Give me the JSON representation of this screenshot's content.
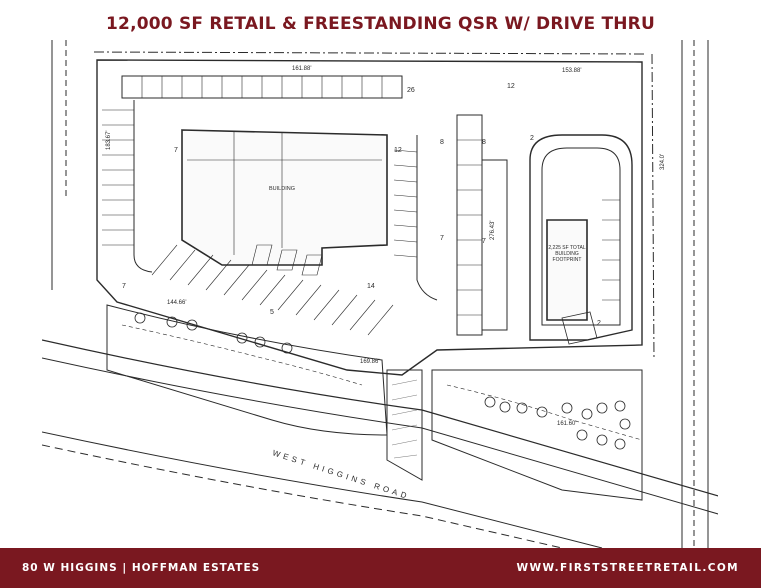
{
  "header": {
    "title": "12,000 SF RETAIL & FREESTANDING QSR W/ DRIVE THRU"
  },
  "footer": {
    "address": "80 W HIGGINS | HOFFMAN ESTATES",
    "website": "WWW.FIRSTSTREETRETAIL.COM"
  },
  "plan": {
    "road_name": "WEST HIGGINS ROAD",
    "dim_top_left": "161.88'",
    "dim_top_right": "153.88'",
    "dim_left": "183.67'",
    "dim_lower_left": "144.66'",
    "dim_lower_mid": "169.86'",
    "dim_center": "276.43'",
    "dim_right": "324.0'",
    "dim_lower_right": "161.60'",
    "main_building_label": "BUILDING",
    "qsr_building_label": "2,225 SF TOTAL BUILDING FOOTPRINT",
    "stall_counts": [
      "26",
      "12",
      "7",
      "12",
      "8",
      "8",
      "7",
      "7",
      "14",
      "2",
      "5",
      "2",
      "7"
    ]
  },
  "colors": {
    "brand": "#7a1820",
    "line": "#2b2b2b"
  }
}
